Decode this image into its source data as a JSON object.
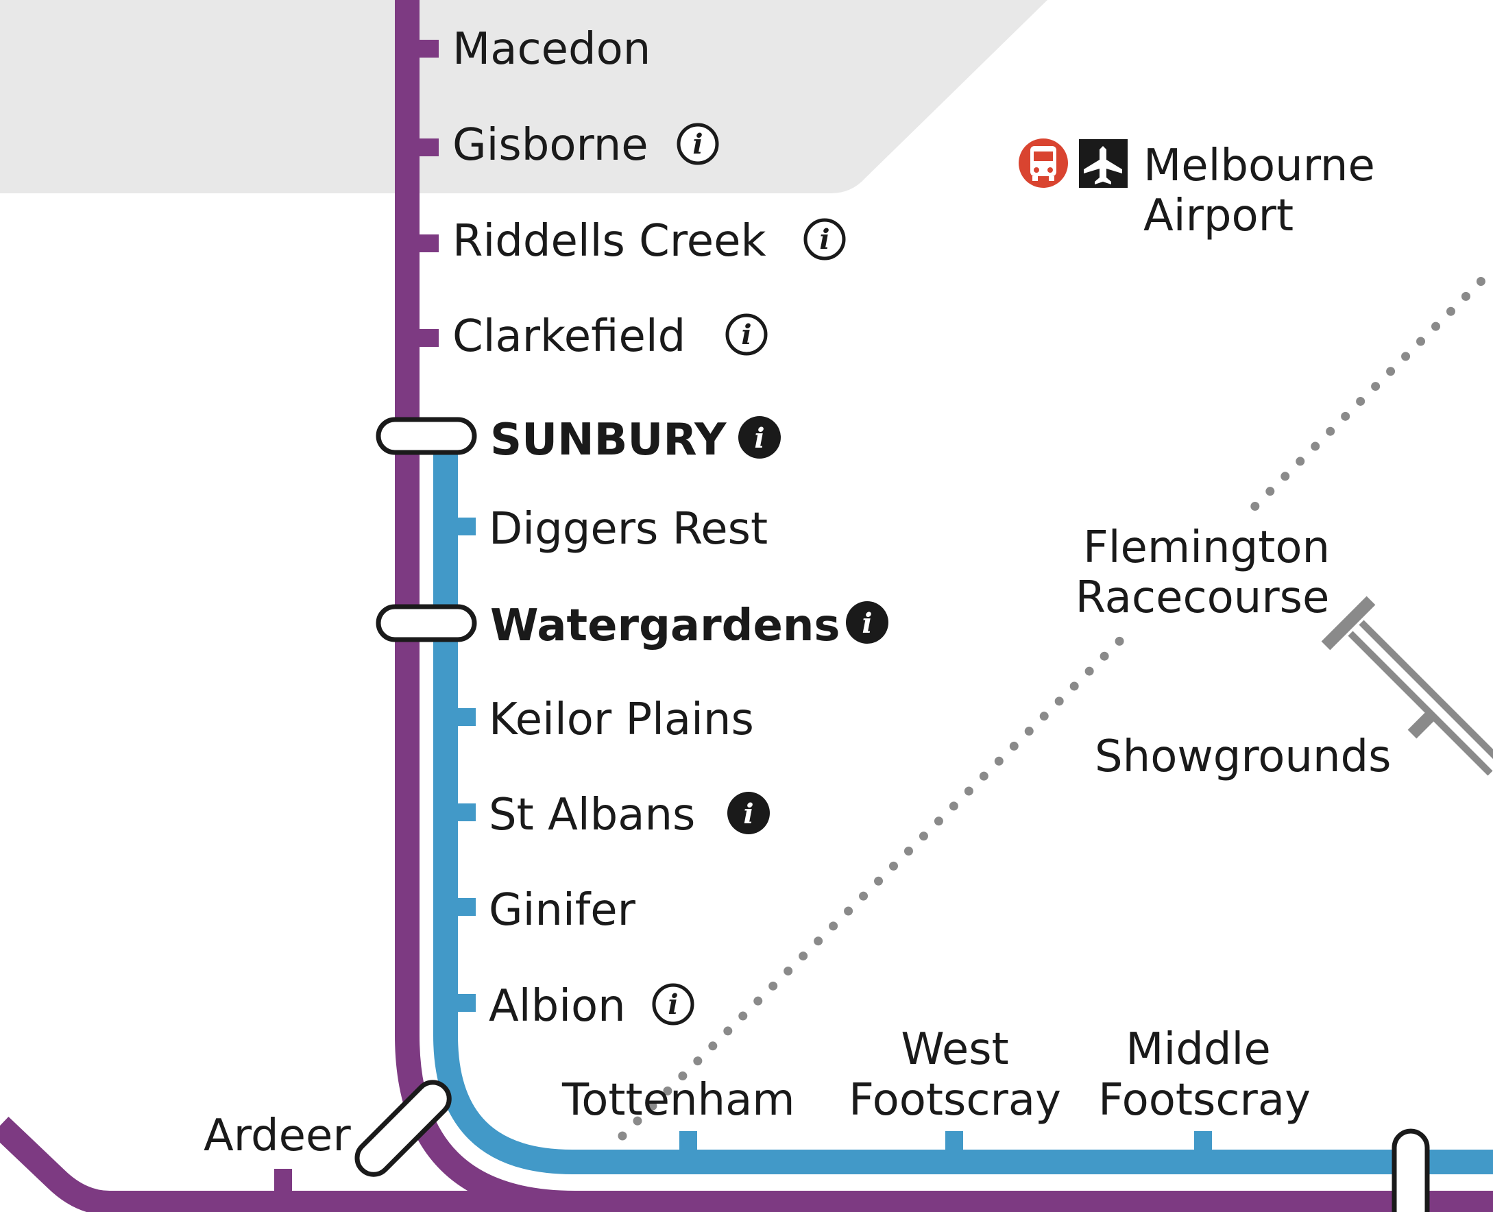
{
  "colors": {
    "purple_line": "#7d3a82",
    "blue_line": "#4299c8",
    "zone_fill": "#e8e8e8",
    "future_line": "#8a8a8a",
    "showgrounds_line": "#8a8a8a",
    "bus_badge": "#d94430",
    "label": "#1a1a1a"
  },
  "stations": {
    "macedon": "Macedon",
    "gisborne": "Gisborne",
    "riddells_creek": "Riddells Creek",
    "clarkefield": "Clarkefield",
    "sunbury": "SUNBURY",
    "diggers_rest": "Diggers Rest",
    "watergardens": "Watergardens",
    "keilor_plains": "Keilor Plains",
    "st_albans": "St Albans",
    "ginifer": "Ginifer",
    "albion": "Albion",
    "ardeer": "Ardeer",
    "tottenham": "Tottenham",
    "west_footscray_1": "West",
    "west_footscray_2": "Footscray",
    "middle_footscray_1": "Middle",
    "middle_footscray_2": "Footscray",
    "flemington_1": "Flemington",
    "flemington_2": "Racecourse",
    "showgrounds": "Showgrounds",
    "airport_1": "Melbourne",
    "airport_2": "Airport"
  },
  "info_glyph": "i",
  "icons": {
    "info": "info-icon",
    "bus": "bus-icon",
    "plane": "plane-icon"
  }
}
